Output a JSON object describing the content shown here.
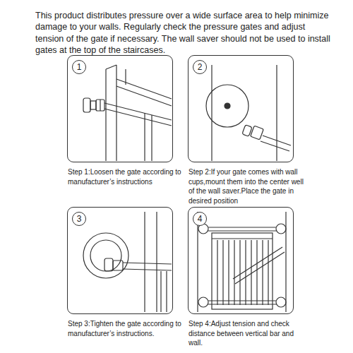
{
  "diagram": {
    "nodes": [
      {
        "text": [
          "1",
          "Step 1:Loosen the gate according to manufacturer’s instructions"
        ]
      },
      {
        "text": [
          "2",
          "Step 2:If your gate comes with wall cups,mount them into the center well of the wall saver.Place the gate in desired position"
        ]
      },
      {
        "text": [
          "3",
          "Step 3:Tighten the gate according to manufacturer’s instructions."
        ]
      },
      {
        "text": [
          "4",
          "Step 4:Adjust tension and check distance between vertical bar and wall."
        ]
      }
    ],
    "labels": [
      "This product distributes pressure over a wide surface area to help minimize damage to your walls. Regularly check the pressure gates and adjust tension of the gate if necessary. The wall saver should not be used to install gates at the top of the staircases."
    ]
  }
}
